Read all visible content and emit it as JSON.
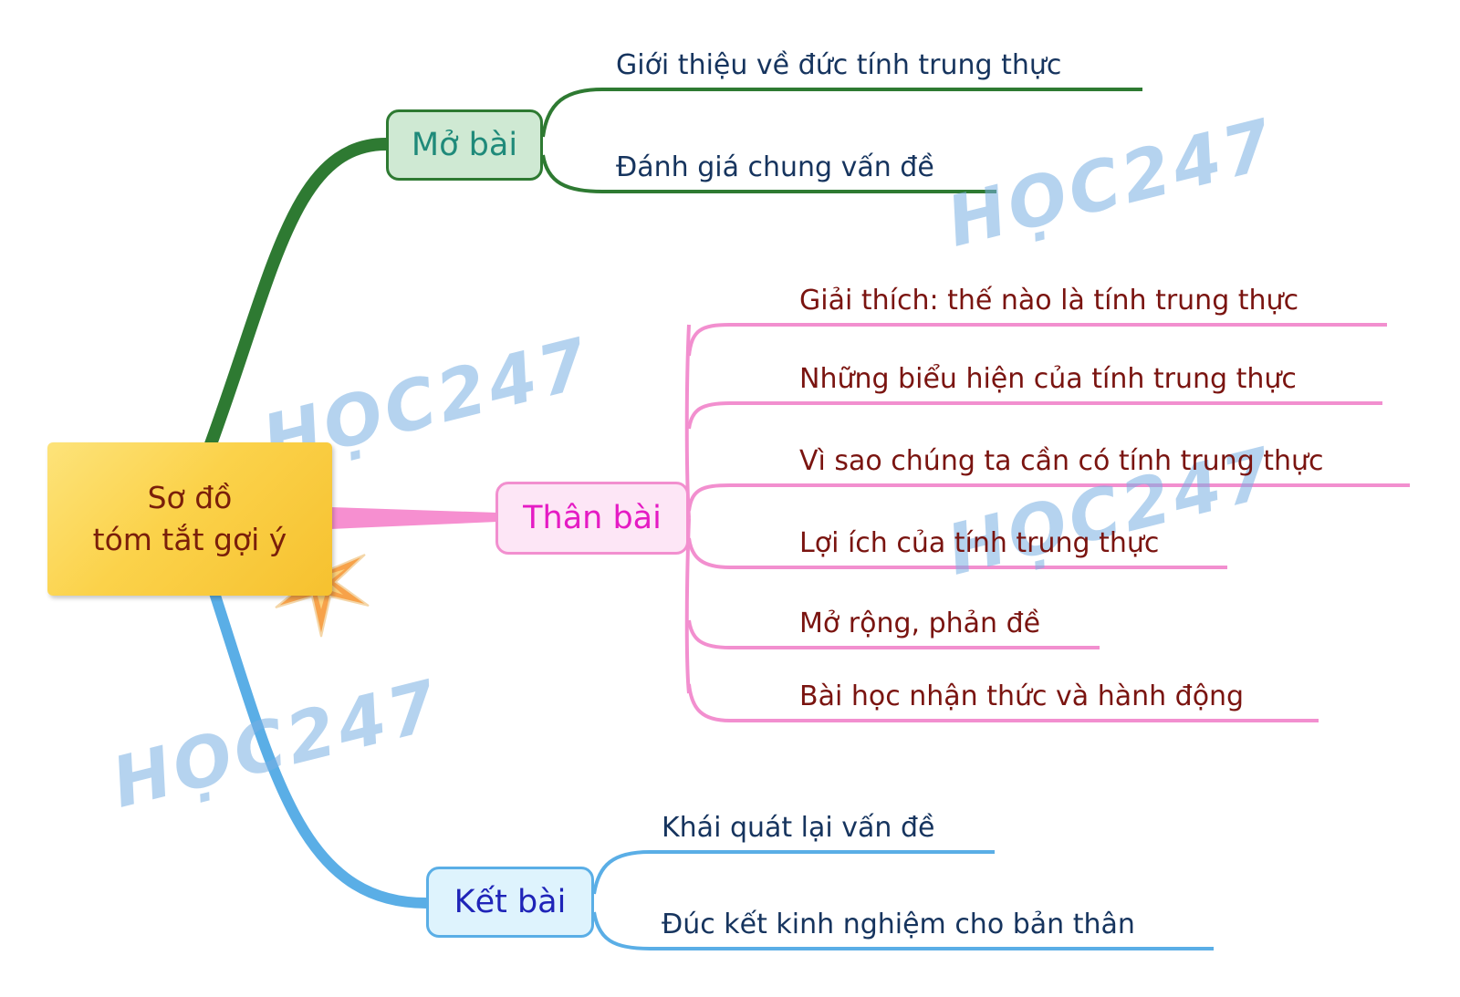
{
  "root": {
    "line1": "Sơ đồ",
    "line2": "tóm tắt gợi ý"
  },
  "branches": [
    {
      "label": "Mở bài",
      "color": "#2e7a32",
      "items": [
        "Giới thiệu về đức tính trung thực",
        "Đánh giá chung vấn đề"
      ]
    },
    {
      "label": "Thân bài",
      "color": "#f28fcf",
      "items": [
        "Giải thích: thế nào là tính trung thực",
        "Những biểu hiện của tính trung thực",
        "Vì sao chúng ta cần có tính trung thực",
        "Lợi ích của tính trung thực",
        "Mở rộng, phản đề",
        "Bài học nhận thức và hành động"
      ]
    },
    {
      "label": "Kết bài",
      "color": "#5aaee6",
      "items": [
        "Khái quát lại vấn đề",
        "Đúc kết kinh nghiệm cho bản thân"
      ]
    }
  ],
  "watermark": "HỌC247"
}
